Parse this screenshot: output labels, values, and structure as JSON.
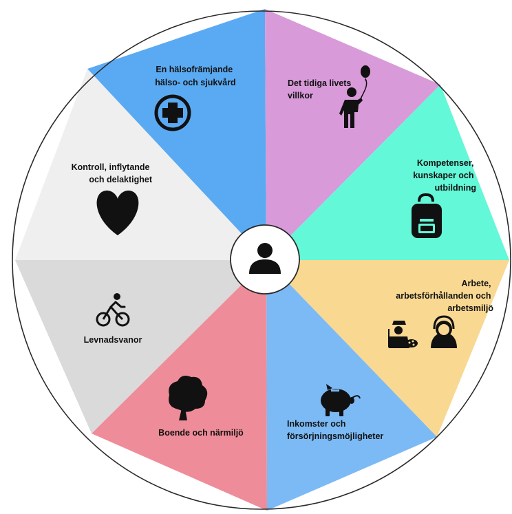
{
  "segments": [
    {
      "id": "health-care",
      "color": "#5aaaf3",
      "lines": [
        "En hälsofrämjande",
        "hälso- och sjukvård"
      ],
      "icon": "medical-cross-icon"
    },
    {
      "id": "early-life",
      "color": "#d89ad9",
      "lines": [
        "Det tidiga livets",
        "villkor"
      ],
      "icon": "child-with-balloon-icon"
    },
    {
      "id": "education",
      "color": "#63f8d8",
      "lines": [
        "Kompetenser,",
        "kunskaper och",
        "utbildning"
      ],
      "icon": "backpack-icon"
    },
    {
      "id": "work",
      "color": "#f9d892",
      "lines": [
        "Arbete,",
        "arbetsförhållanden och",
        "arbetsmiljö"
      ],
      "icon": "workers-icon"
    },
    {
      "id": "income",
      "color": "#7bbaf5",
      "lines": [
        "Inkomster och",
        "försörjningsmöjligheter"
      ],
      "icon": "piggy-bank-icon"
    },
    {
      "id": "housing",
      "color": "#ef8c99",
      "lines": [
        "Boende och närmiljö"
      ],
      "icon": "tree-icon"
    },
    {
      "id": "lifestyle",
      "color": "#dadada",
      "lines": [
        "Levnadsvanor"
      ],
      "icon": "cyclist-icon"
    },
    {
      "id": "control",
      "color": "#efefef",
      "lines": [
        "Kontroll, inflytande",
        "och delaktighet"
      ],
      "icon": "heart-icon"
    }
  ],
  "center": {
    "icon": "person-icon"
  }
}
